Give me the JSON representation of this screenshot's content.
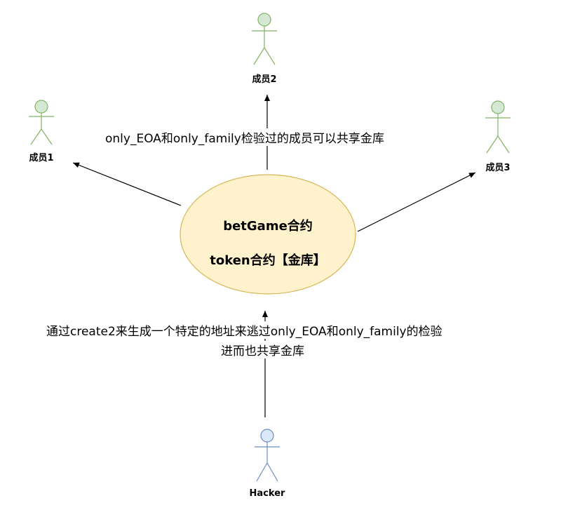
{
  "actors": {
    "member1": {
      "label": "成员1"
    },
    "member2": {
      "label": "成员2"
    },
    "member3": {
      "label": "成员3"
    },
    "hacker": {
      "label": "Hacker"
    }
  },
  "center_node": {
    "line1": "betGame合约",
    "line2": "token合约【金库】"
  },
  "edge_labels": {
    "top": "only_EOA和only_family检验过的成员可以共享金库",
    "bottom_line1": "通过create2来生成一个特定的地址来逃过only_EOA和only_family的检验",
    "bottom_line2": "进而也共享金库"
  },
  "colors": {
    "member_fill": "#d5e8d4",
    "member_stroke": "#82b366",
    "hacker_fill": "#dae8fc",
    "hacker_stroke": "#6c8ebf",
    "ellipse_fill": "#fff2cc",
    "ellipse_stroke": "#d6b656"
  }
}
